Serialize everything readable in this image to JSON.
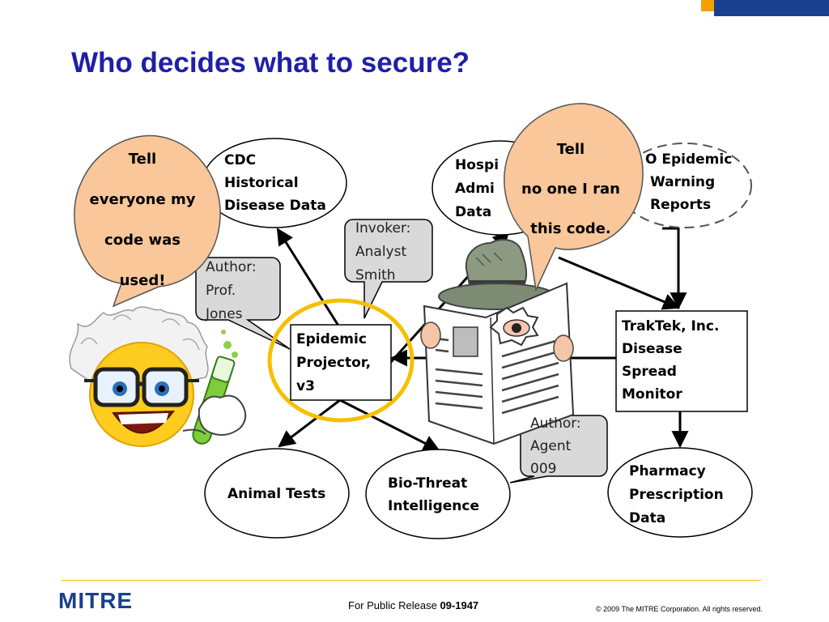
{
  "title": "Who decides what to secure?",
  "nodes": {
    "cdc": [
      "CDC",
      "Historical",
      "Disease Data"
    ],
    "hospital": [
      "Hospi",
      "Admi",
      "Data"
    ],
    "who": [
      "O Epidemic",
      "Warning",
      "Reports"
    ],
    "projector": [
      "Epidemic",
      "Projector,",
      "v3"
    ],
    "traktek": [
      "TrakTek, Inc.",
      "Disease",
      "Spread",
      "Monitor"
    ],
    "animal": "Animal Tests",
    "biothreat": [
      "Bio-Threat",
      "Intelligence"
    ],
    "pharmacy": [
      "Pharmacy",
      "Prescription",
      "Data"
    ]
  },
  "callouts": {
    "invoker": [
      "Invoker:",
      "Analyst",
      "Smith"
    ],
    "author_jones": [
      "Author:",
      "Prof.",
      "Jones"
    ],
    "author_agent": [
      "Author:",
      "Agent",
      "009"
    ]
  },
  "speech": {
    "scientist": [
      "Tell",
      "everyone my",
      "code was",
      "used!"
    ],
    "spy": [
      "Tell",
      "no one I ran",
      "this code."
    ]
  },
  "footer": {
    "logo": "MITRE",
    "release_prefix": "For Public Release",
    "release_number": "09-1947",
    "copyright": "© 2009 The MITRE Corporation. All rights reserved."
  },
  "colors": {
    "title": "#1f1fa8",
    "bubble_fill": "#f9c79a",
    "callout_fill": "#d9d9d9",
    "highlight_ring": "#f5c000",
    "top_bar": "#1b3f8f",
    "top_accent": "#f5a000"
  }
}
